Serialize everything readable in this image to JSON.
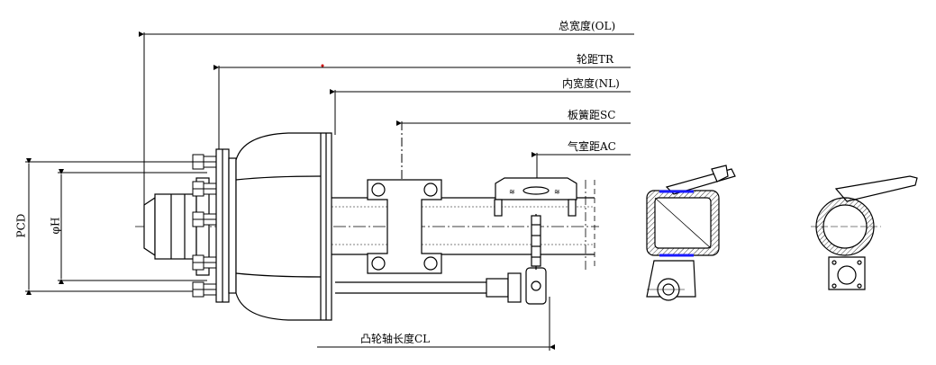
{
  "dimensions": {
    "overall_width": "总宽度(OL)",
    "track": "轮距TR",
    "inner_width": "内宽度(NL)",
    "spring_seat_distance": "板簧距SC",
    "air_chamber_distance": "气室距AC",
    "camshaft_length": "凸轮轴长度CL",
    "pcd": "PCD",
    "hub_diameter": "φH"
  },
  "colors": {
    "line": "#000000",
    "weld_accent": "#1a1aff",
    "marker": "#cc0000"
  }
}
